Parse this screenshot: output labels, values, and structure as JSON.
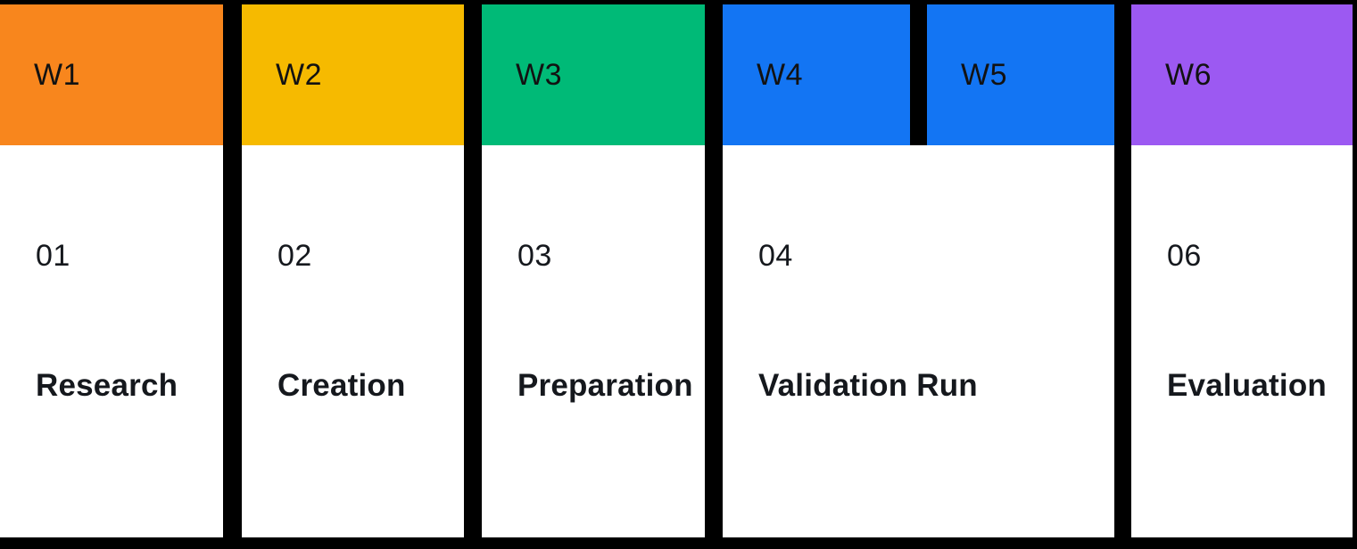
{
  "colors": {
    "background": "#000000",
    "card_background": "#FFFFFF",
    "text": "#15181D",
    "week1": "#F8861D",
    "week2": "#F6BA00",
    "week3": "#00BA77",
    "week4": "#1375F3",
    "week5": "#1375F3",
    "week6": "#9C59F2"
  },
  "week_headers": [
    {
      "label": "W1"
    },
    {
      "label": "W2"
    },
    {
      "label": "W3"
    },
    {
      "label": "W4"
    },
    {
      "label": "W5"
    },
    {
      "label": "W6"
    }
  ],
  "phases": [
    {
      "number": "01",
      "label": "Research"
    },
    {
      "number": "02",
      "label": "Creation"
    },
    {
      "number": "03",
      "label": "Preparation"
    },
    {
      "number": "04",
      "label": "Validation Run"
    },
    {
      "number": "06",
      "label": "Evaluation"
    }
  ]
}
